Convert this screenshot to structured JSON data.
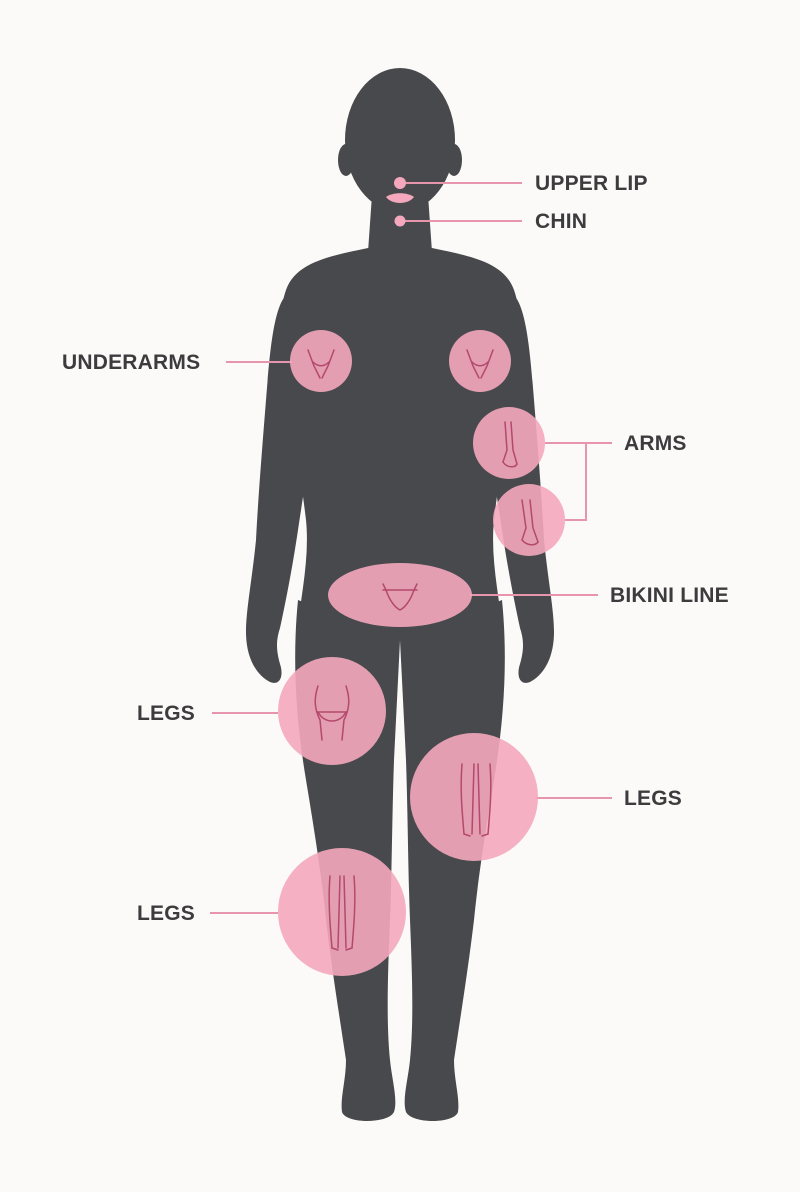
{
  "colors": {
    "background": "#fbfaf8",
    "silhouette": "#48494c",
    "zone_fill": "#f4a7bd",
    "zone_icon": "#b5486e",
    "leader_line": "#e795ad",
    "label_text": "#3c3c3f"
  },
  "labels": {
    "upper_lip": "UPPER LIP",
    "chin": "CHIN",
    "underarms": "UNDERARMS",
    "arms": "ARMS",
    "bikini_line": "BIKINI LINE",
    "legs_upper_left": "LEGS",
    "legs_right": "LEGS",
    "legs_lower_left": "LEGS"
  },
  "icons": {
    "upper_lip": "dot",
    "chin": "dot",
    "underarms": "underarm-icon",
    "arms": "arm-icon",
    "bikini_line": "bikini-icon",
    "legs": "legs-icon"
  }
}
